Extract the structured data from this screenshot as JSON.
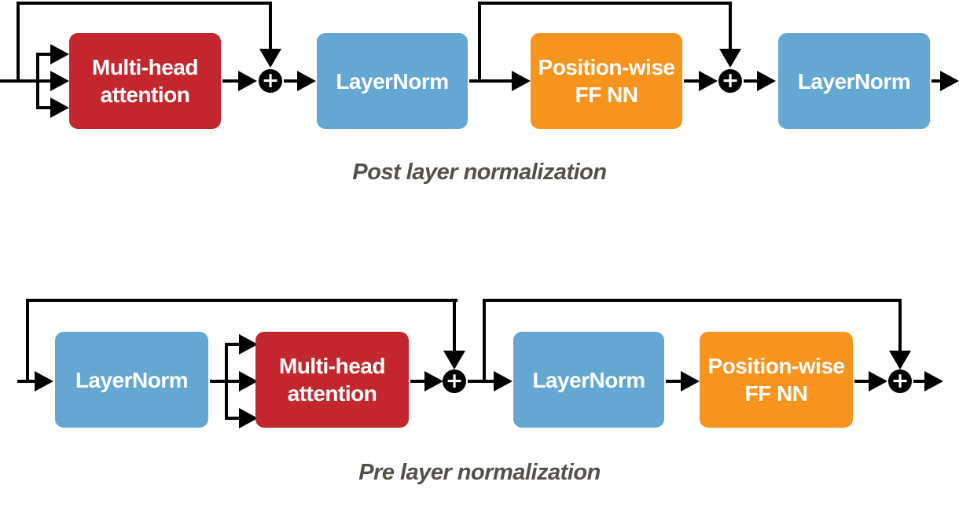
{
  "colors": {
    "attention_red": "#C4262E",
    "layernorm_blue": "#64A7D2",
    "ffnn_orange": "#F7941E",
    "connector_black": "#000000",
    "caption_gray": "#54514A"
  },
  "post": {
    "caption": "Post layer normalization",
    "blocks": {
      "mha": {
        "line1": "Multi-head",
        "line2": "attention"
      },
      "ln1": {
        "label": "LayerNorm"
      },
      "ffnn": {
        "line1": "Position-wise",
        "line2": "FF NN"
      },
      "ln2": {
        "label": "LayerNorm"
      }
    },
    "operators": {
      "add1": "+",
      "add2": "+"
    }
  },
  "pre": {
    "caption": "Pre layer normalization",
    "blocks": {
      "ln1": {
        "label": "LayerNorm"
      },
      "mha": {
        "line1": "Multi-head",
        "line2": "attention"
      },
      "ln2": {
        "label": "LayerNorm"
      },
      "ffnn": {
        "line1": "Position-wise",
        "line2": "FF NN"
      }
    },
    "operators": {
      "add1": "+",
      "add2": "+"
    }
  }
}
